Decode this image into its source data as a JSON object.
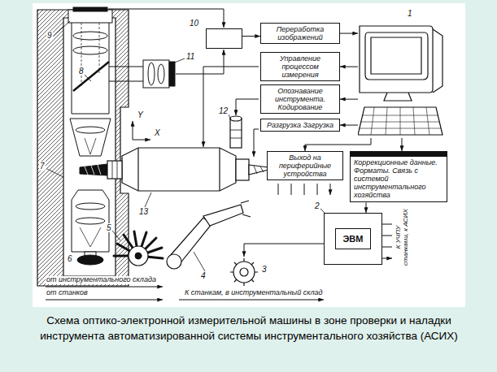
{
  "diagram": {
    "caption": "Схема оптико-электронной измерительной машины в зоне проверки и наладки инструмента автоматизированной системы инструментального хозяйства (АСИХ)",
    "nodes": [
      {
        "text": [
          "10"
        ]
      },
      {
        "text": [
          "Переработка изображений"
        ]
      },
      {
        "text": [
          "1"
        ]
      },
      {
        "text": [
          "Управление процессом измерения"
        ]
      },
      {
        "text": [
          "Опознавание инструмента. Кодирование"
        ]
      },
      {
        "text": [
          "Разгрузка Загрузка"
        ]
      },
      {
        "text": [
          "Выход на периферийные устройства"
        ]
      },
      {
        "text": [
          "Коррекционные данные. Форматы. Связь с системой инструментального хозяйства"
        ]
      },
      {
        "text": [
          "ЭВМ"
        ]
      }
    ],
    "edges": [
      {
        "from": 0,
        "to": 1,
        "arrow": "to"
      },
      {
        "from": 1,
        "to": 2,
        "arrow": "to"
      },
      {
        "from": 2,
        "to": 3,
        "arrow": "to"
      },
      {
        "from": 2,
        "to": 4,
        "arrow": "to"
      },
      {
        "from": 2,
        "to": 5,
        "arrow": "to"
      },
      {
        "from": 2,
        "to": 6,
        "arrow": "to"
      },
      {
        "from": 2,
        "to": 7,
        "arrow": "to"
      },
      {
        "from": 7,
        "to": 8,
        "arrow": "to"
      }
    ],
    "labels": [
      "9",
      "8",
      "11",
      "7",
      "12",
      "Y",
      "X",
      "13",
      "6",
      "5",
      "4",
      "3",
      "2",
      "К УЧПУ станками, к АСИХ",
      "от инструментального склада",
      "от станков",
      "К станкам, в инструментальный склад"
    ]
  }
}
